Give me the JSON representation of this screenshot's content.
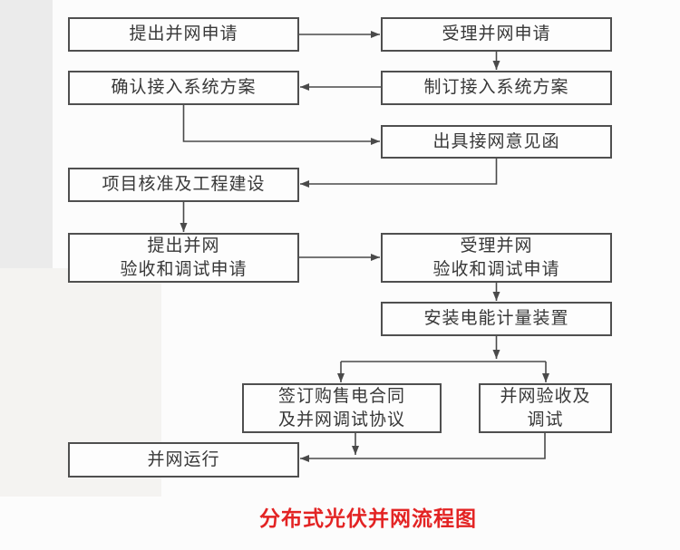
{
  "title": {
    "text": "分布式光伏并网流程图",
    "color": "#e32424"
  },
  "colors": {
    "box_border": "#4f4f4f",
    "box_fill": "#fdfdfd",
    "box_text": "#383838",
    "connector": "#4a4a4a",
    "background": "#fcfcfc"
  },
  "nodes": {
    "apply": {
      "label": "提出并网申请"
    },
    "accept_apply": {
      "label": "受理并网申请"
    },
    "confirm_plan": {
      "label": "确认接入系统方案"
    },
    "make_plan": {
      "label": "制订接入系统方案"
    },
    "opinion_letter": {
      "label": "出具接网意见函"
    },
    "approval_construction": {
      "label": "项目核准及工程建设"
    },
    "apply_acceptance": {
      "label": "提出并网\n验收和调试申请"
    },
    "accept_acceptance": {
      "label": "受理并网\n验收和调试申请"
    },
    "install_meter": {
      "label": "安装电能计量装置"
    },
    "sign_contract": {
      "label": "签订购售电合同\n及并网调试协议"
    },
    "acceptance_debug": {
      "label": "并网验收及\n调试"
    },
    "grid_operation": {
      "label": "并网运行"
    }
  },
  "edges": [
    {
      "from": "apply",
      "to": "accept_apply"
    },
    {
      "from": "accept_apply",
      "to": "make_plan"
    },
    {
      "from": "make_plan",
      "to": "confirm_plan"
    },
    {
      "from": "confirm_plan",
      "to": "opinion_letter"
    },
    {
      "from": "opinion_letter",
      "to": "approval_construction"
    },
    {
      "from": "approval_construction",
      "to": "apply_acceptance"
    },
    {
      "from": "apply_acceptance",
      "to": "accept_acceptance"
    },
    {
      "from": "accept_acceptance",
      "to": "install_meter"
    },
    {
      "from": "install_meter",
      "to": "sign_contract"
    },
    {
      "from": "install_meter",
      "to": "acceptance_debug"
    },
    {
      "from": "sign_contract",
      "to": "grid_operation"
    },
    {
      "from": "acceptance_debug",
      "to": "grid_operation"
    }
  ]
}
